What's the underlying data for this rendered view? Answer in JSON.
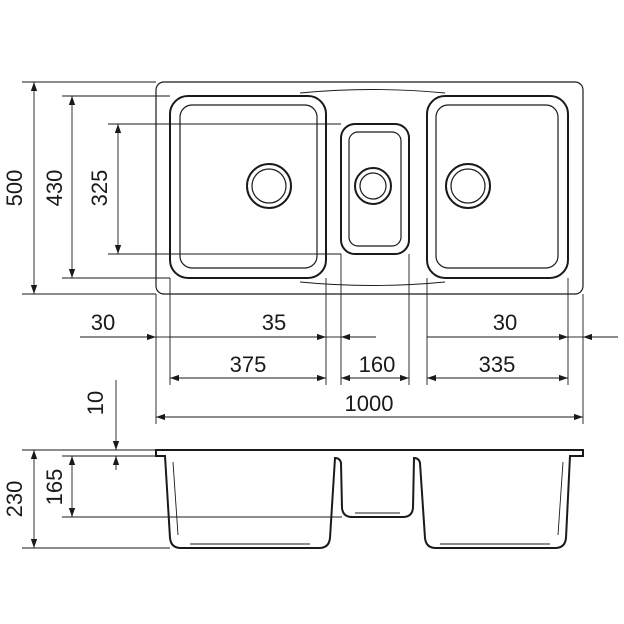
{
  "dimensions": {
    "total_depth": "500",
    "bowl_depth": "430",
    "small_bowl_depth": "325",
    "left_margin": "30",
    "bowl_gap": "35",
    "right_margin": "30",
    "left_bowl_width": "375",
    "middle_bowl_width": "160",
    "right_bowl_width": "335",
    "total_width": "1000",
    "rim_height": "10",
    "total_height": "230",
    "small_bowl_height": "165"
  }
}
